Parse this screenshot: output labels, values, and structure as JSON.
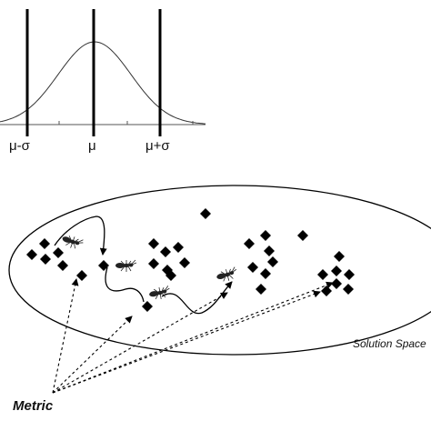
{
  "distribution": {
    "labels": {
      "mu_minus_sigma": "μ-σ",
      "mu": "μ",
      "mu_plus_sigma": "μ+σ"
    }
  },
  "solution_space": {
    "label": "Solution Space"
  },
  "metric": {
    "label": "Metric"
  },
  "legend_icons": [
    "ant-icon",
    "diamond-icon"
  ]
}
